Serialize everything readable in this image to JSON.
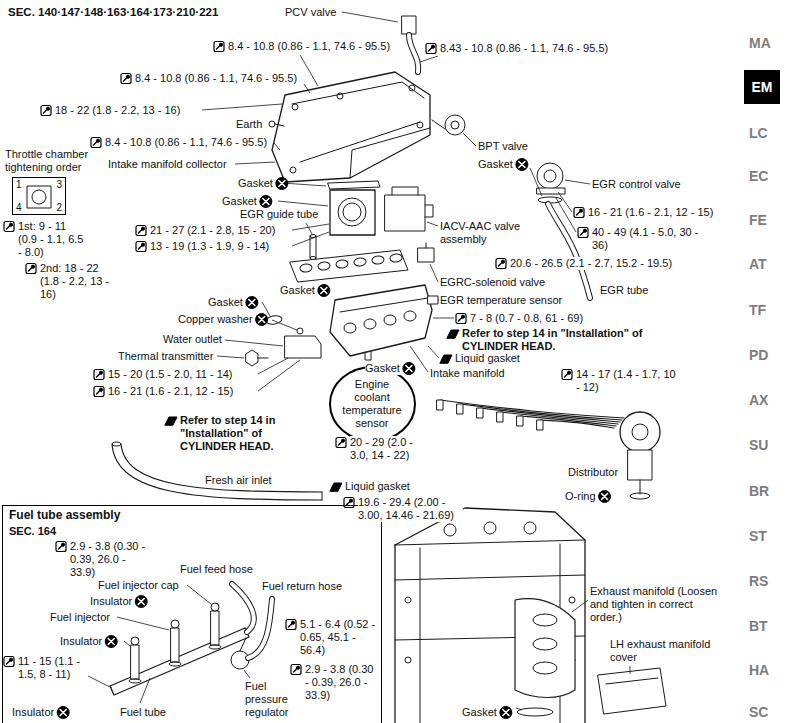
{
  "diagram": {
    "nodes": [
      {
        "text": [
          "EM"
        ]
      },
      {
        "text": [
          "Throttle chamber tightening order",
          "1",
          "3",
          "4",
          "2"
        ]
      },
      {
        "text": [
          "Engine coolant temperature sensor"
        ]
      },
      {
        "text": [
          "Fuel tube assembly",
          "SEC. 164"
        ]
      }
    ],
    "labels": [
      "SEC. 140·147·148·163·164·173·210·221",
      "PCV valve",
      "8.4 - 10.8 (0.86 - 1.1, 74.6 - 95.5)",
      "8.43 - 10.8 (0.86 - 1.1, 74.6 - 95.5)",
      "8.4 - 10.8 (0.86 - 1.1, 74.6 - 95.5)",
      "18 - 22 (1.8 - 2.2, 13 - 16)",
      "Earth",
      "8.4 - 10.8 (0.86 - 1.1, 74.6 - 95.5)",
      "BPT valve",
      "Gasket",
      "EGR control valve",
      "Intake manifold collector",
      "Gasket",
      "Gasket",
      "16 - 21 (1.6 - 2.1, 12 - 15)",
      "IACV-AAC valve assembly",
      "40 - 49 (4.1 - 5.0, 30 - 36)",
      "EGR guide tube",
      "1st: 9 - 11 (0.9 - 1.1, 6.5 - 8.0)",
      "2nd: 18 - 22 (1.8 - 2.2, 13 - 16)",
      "21 - 27 (2.1 - 2.8, 15 - 20)",
      "13 - 19 (1.3 - 1.9, 9 - 14)",
      "EGR tube",
      "20.6 - 26.5 (2.1 - 2.7, 15.2 - 19.5)",
      "EGRC-solenoid valve",
      "EGR temperature sensor",
      "Gasket",
      "7 - 8 (0.7 - 0.8, 61 - 69)",
      "Gasket",
      "Copper washer",
      "Refer to step 14 in \"Installation\" of CYLINDER HEAD.",
      "Water outlet",
      "Thermal transmitter",
      "Gasket",
      "Liquid gasket",
      "Intake manifold",
      "14 - 17 (1.4 - 1.7, 10 - 12)",
      "15 - 20 (1.5 - 2.0, 11 - 14)",
      "16 - 21 (1.6 - 2.1, 12 - 15)",
      "Refer to step 14 in \"Installation\" of CYLINDER HEAD.",
      "20 - 29 (2.0 - 3.0, 14 - 22)",
      "Liquid gasket",
      "Distributor",
      "19.6 - 29.4 (2.00 - 3.00, 14.46 - 21.69)",
      "Fresh air inlet",
      "O-ring",
      "2.9 - 3.8 (0.30 - 0.39, 26.0 - 33.9)",
      "Fuel feed hose",
      "Fuel injector cap",
      "Fuel return hose",
      "Insulator",
      "Fuel injector",
      "Insulator",
      "5.1 - 6.4 (0.52 - 0.65, 45.1 - 56.4)",
      "11 - 15 (1.1 - 1.5, 8 - 11)",
      "2.9 - 3.8 (0.30 - 0.39, 26.0 - 33.9)",
      "Fuel pressure regulator",
      "Insulator",
      "Fuel tube",
      "Exhaust manifold (Loosen and tighten in correct order.)",
      "LH exhaust manifold cover",
      "Gasket",
      "MA",
      "LC",
      "EC",
      "FE",
      "AT",
      "TF",
      "PD",
      "AX",
      "SU",
      "BR",
      "ST",
      "RS",
      "BT",
      "HA",
      "SC"
    ]
  }
}
